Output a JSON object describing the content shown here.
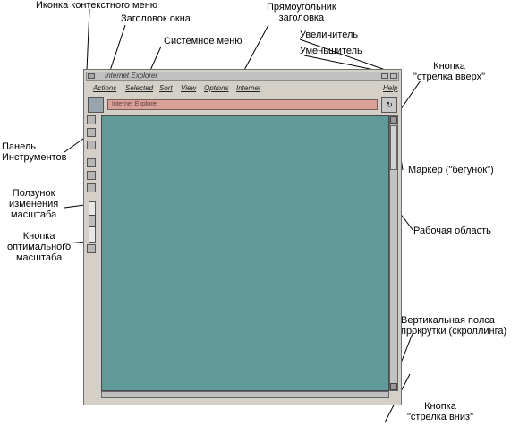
{
  "window": {
    "title": "Internet Explorer",
    "menu": [
      "Actions",
      "Selected",
      "Sort",
      "View",
      "Options",
      "Internet",
      "Help"
    ],
    "address": "Internet Explorer"
  },
  "callouts": {
    "context_menu_icon": "Иконка контекстного меню",
    "window_title": "Заголовок окна",
    "title_rect_1": "Прямоугольник",
    "title_rect_2": "заголовка",
    "system_menu": "Системное меню",
    "maximizer": "Увеличитель",
    "minimizer": "Уменьшитель",
    "arrow_up_1": "Кнопка",
    "arrow_up_2": "\"стрелка вверх\"",
    "toolbar_1": "Панель",
    "toolbar_2": "Инструментов",
    "thumb_marker": "Маркер (\"бегунок\")",
    "zoom_slider_1": "Ползунок",
    "zoom_slider_2": "изменения",
    "zoom_slider_3": "масштаба",
    "work_area": "Рабочая область",
    "optimal_zoom_1": "Кнопка",
    "optimal_zoom_2": "оптимального",
    "optimal_zoom_3": "масштаба",
    "vscroll_1": "Вертикальная полса",
    "vscroll_2": "прокрутки (скроллинга)",
    "arrow_down_1": "Кнопка",
    "arrow_down_2": "\"стрелка вниз\""
  }
}
